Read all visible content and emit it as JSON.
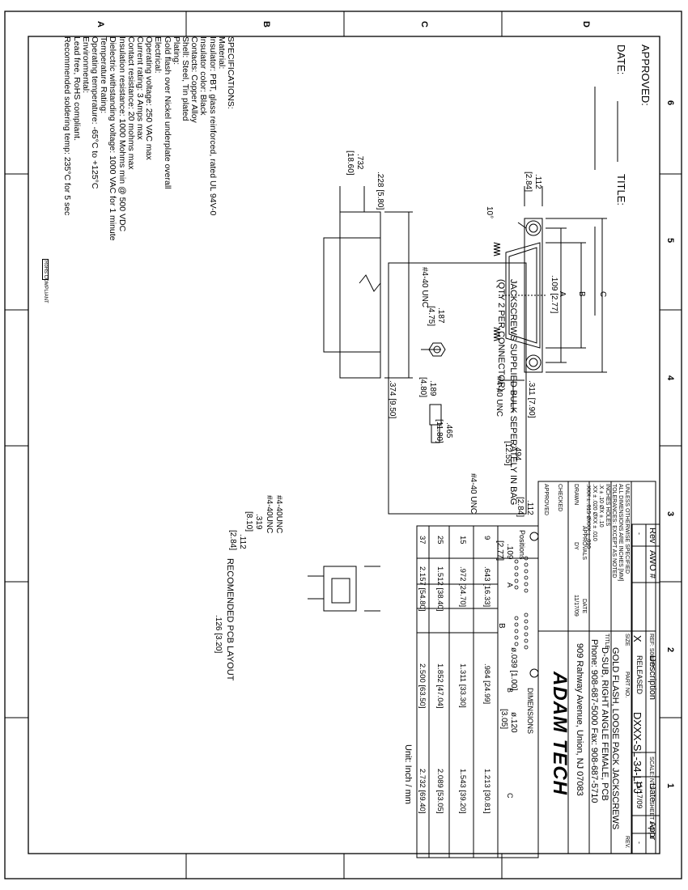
{
  "zones": {
    "numbers": [
      "6",
      "5",
      "4",
      "3",
      "2",
      "1"
    ],
    "letters": [
      "D",
      "C",
      "B",
      "A"
    ]
  },
  "approval": {
    "approved": "APPROVED:",
    "date": "DATE:",
    "title": "TITLE:"
  },
  "revision_block": {
    "headers": [
      "Rev",
      "AWO #",
      "Description",
      "Date",
      "Appr"
    ],
    "row": [
      "-",
      "",
      "RELEASED",
      "11/17/09",
      ""
    ]
  },
  "specifications": [
    "SPECIFICATIONS:",
    "Material:",
    "Insulator: PBT, glass reinforced, rated UL 94V-0",
    "Insulator color: Black",
    "Contacts: Copper Alloy",
    "Shell: Steel, Tin plated",
    "Plating:",
    "Gold flash over Nickel underplate overall",
    "Electrical:",
    "Operating voltage: 250 VAC max",
    "Current rating: 3 Amps max",
    "Contact resistance: 20 mohms max",
    "Insulation resistance: 1000 Mohms min @ 500 VDC",
    "Dielectric withstanding voltage: 1000 VAC for 1 minute",
    "Temperature Rating:",
    "Operating temperature: -65°C to +125°C",
    "Environmental:",
    "Lead free, RoHS compliant.",
    "Recommended soldering temp: 235°C for 5 sec"
  ],
  "rohs_logo": "RoHS COMPLIANT",
  "front_view": {
    "angle": "10°",
    "d112": ".112",
    "d112mm": "[2.84]",
    "d109": ".109 [2.77]",
    "labelA": "A",
    "labelB": "B",
    "labelC": "C",
    "d311": ".311 [7.90]",
    "d494": ".494",
    "d494mm": "[12.55]",
    "thread": "#4-40 UNC"
  },
  "side_view": {
    "d732": ".732",
    "d732mm": "[18.60]",
    "d228": ".228 [5.80]",
    "d374": ".374 [9.50]"
  },
  "jackscrew": {
    "thread1": "#4-40 UNC",
    "d187": ".187",
    "d187mm": "[4.75]",
    "d189": ".189",
    "d189mm": "[4.80]",
    "d465": ".465",
    "d465mm": "[11.80]",
    "thread2": "#4-40 UNC",
    "note1": "JACKSCREWS SUPPLIED BULK SEPERATELY IN BAG",
    "note2": "(QTY 2 PER CONNECTOR)"
  },
  "right_view": {
    "thread1": "#4-40UNC",
    "thread2": "#4-40UNC",
    "d319": ".319",
    "d319mm": "[8.10]",
    "d112": ".112",
    "d112mm": "[2.84]",
    "d126": ".126 [3.20]"
  },
  "pcb_layout": {
    "title": "RECOMENDED PCB LAYOUT",
    "d112": ".112",
    "d112mm": "[2.84]",
    "d109": ".109",
    "d109mm": "[2.77]",
    "labelB": "B",
    "hole": "ø.039 [1.00]",
    "d120": "ø.120",
    "d120mm": "[3.05]"
  },
  "dimension_table": {
    "unit": "Unit: Inch / mm",
    "positions_header": "Positions",
    "dimensions_header": "DIMENSIONS",
    "cols": [
      "A",
      "B",
      "C"
    ],
    "rows": [
      {
        "pos": "9",
        "a": ".643 [16.33]",
        "b": ".984 [24.99]",
        "c": "1.213 [30.81]"
      },
      {
        "pos": "15",
        "a": ".972 [24.70]",
        "b": "1.311 [33.30]",
        "c": "1.543 [39.20]"
      },
      {
        "pos": "25",
        "a": "1.512 [38.40]",
        "b": "1.852 [47.04]",
        "c": "2.089 [53.05]"
      },
      {
        "pos": "37",
        "a": "2.157 [54.80]",
        "b": "2.500 [63.50]",
        "c": "2.732 [69.40]"
      }
    ]
  },
  "title_block": {
    "tol_lines": [
      "UNLESS OTHERWISE SPECIFIED",
      "ALL DIMENSIONS ARE INCHES [MM]",
      "TOLERANCES: EXCEPT AS NOTED",
      "INCHES       HOLES",
      ".X   ± .10      ØX   ± .10",
      ".XX  ± .020     ØXX  ± .010",
      ".XXX ± .015     ØXXX ± .010"
    ],
    "approvals": "APPROVALS",
    "date_hdr": "DATE",
    "drawn": "DRAWN",
    "drawn_by": "DY",
    "drawn_date": "11/17/09",
    "checked": "CHECKED",
    "approved": "APPROVED",
    "company": "ADAM TECH",
    "address": "909 Rahway Avenue, Union, NJ 07083",
    "phone": "Phone: 908-687-5000 Fax: 908-687-5710",
    "title_lbl": "TITLE",
    "title1": "D-SUB, RIGHT ANGLE FEMALE, PCB",
    "title2": "GOLD FLASH, LOOSE PACK JACKSCREWS",
    "size_lbl": "SIZE",
    "size": "X",
    "part_lbl": "PART NO.",
    "part_no": "DXXX-SL-34-LPJ",
    "rev_lbl": "REV.",
    "rev": "-",
    "ref": "REF: S00877",
    "scale": "SCALE:  NTS",
    "sheet": "SHEET  1  OF  1"
  }
}
